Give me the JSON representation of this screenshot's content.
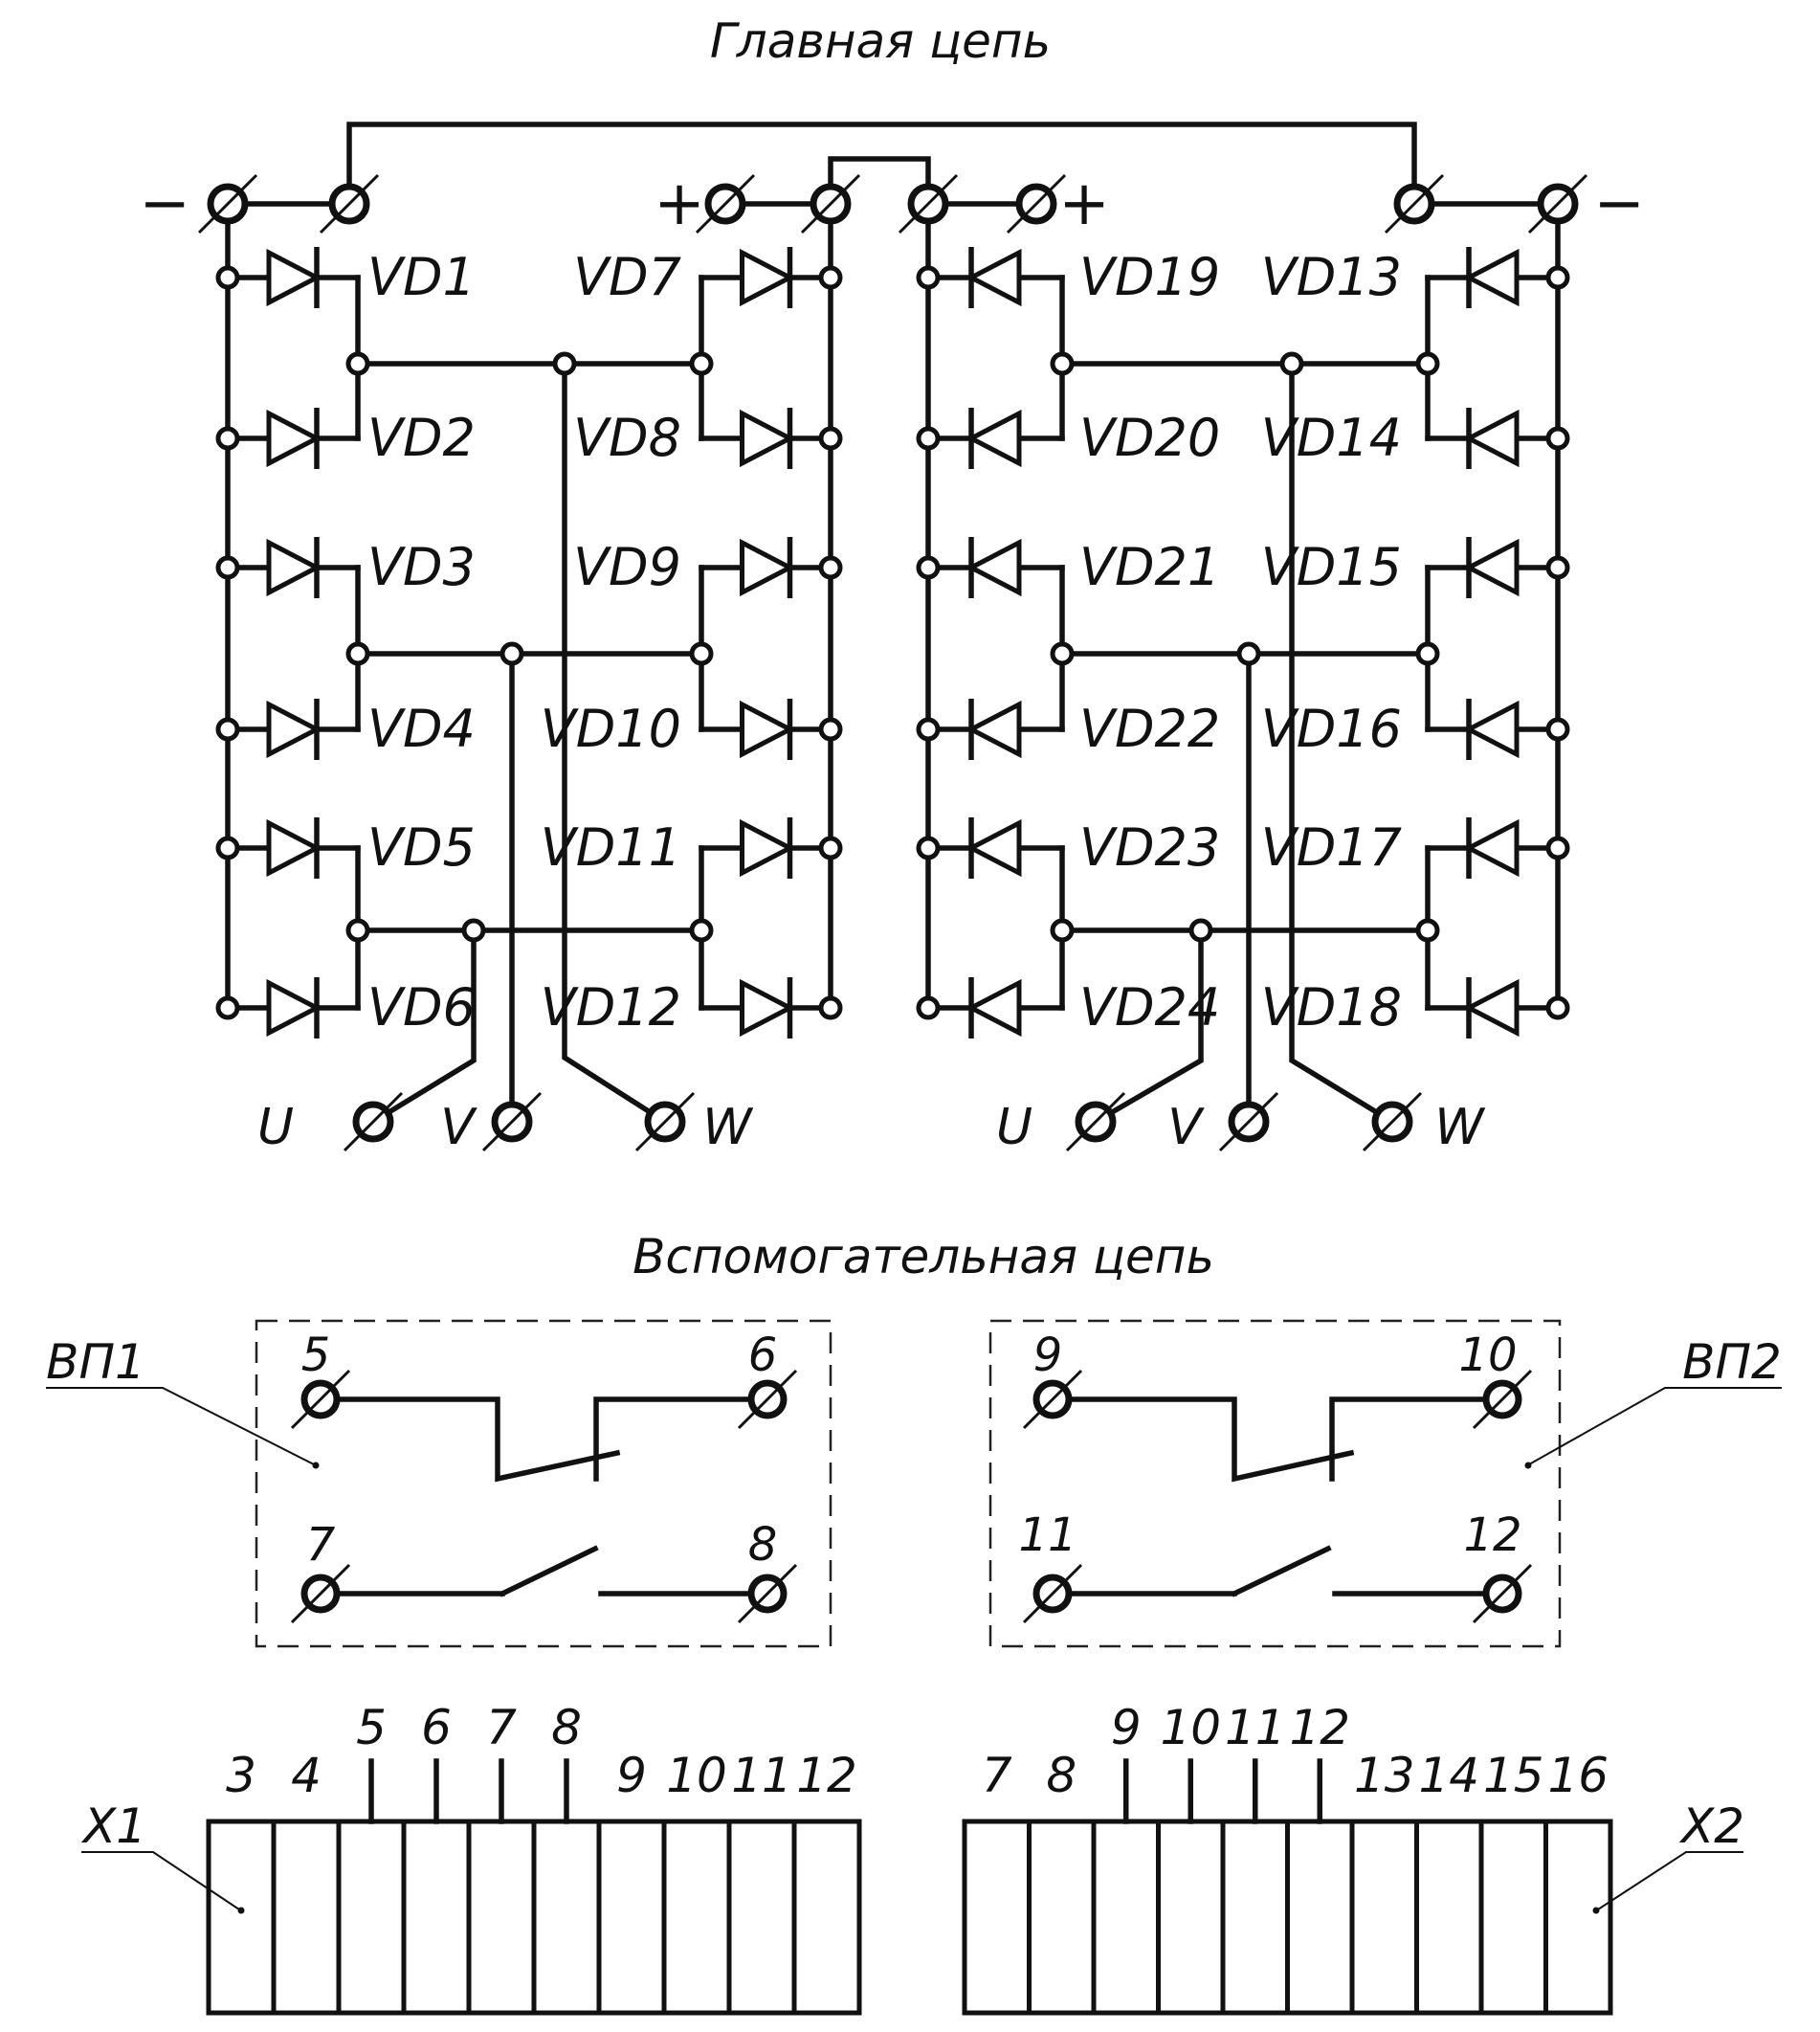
{
  "titles": {
    "main": "Главная цепь",
    "aux": "Вспомогательная цепь"
  },
  "polarity": {
    "left_minus": "−",
    "center_left_plus": "+",
    "center_right_plus": "+",
    "right_minus": "−"
  },
  "diodes": {
    "left_outer": [
      "VD1",
      "VD2",
      "VD3",
      "VD4",
      "VD5",
      "VD6"
    ],
    "left_inner": [
      "VD7",
      "VD8",
      "VD9",
      "VD10",
      "VD11",
      "VD12"
    ],
    "right_inner": [
      "VD19",
      "VD20",
      "VD21",
      "VD22",
      "VD23",
      "VD24"
    ],
    "right_outer": [
      "VD13",
      "VD14",
      "VD15",
      "VD16",
      "VD17",
      "VD18"
    ]
  },
  "phases": {
    "left": [
      "U",
      "V",
      "W"
    ],
    "right": [
      "U",
      "V",
      "W"
    ]
  },
  "switches": [
    {
      "id": "ВП1",
      "nc_terminals": [
        "5",
        "6"
      ],
      "no_terminals": [
        "7",
        "8"
      ]
    },
    {
      "id": "ВП2",
      "nc_terminals": [
        "9",
        "10"
      ],
      "no_terminals": [
        "11",
        "12"
      ]
    }
  ],
  "connectors": [
    {
      "id": "X1",
      "pins": [
        "3",
        "4",
        "5",
        "6",
        "7",
        "8",
        "9",
        "10",
        "11",
        "12"
      ],
      "wired_pins": [
        "5",
        "6",
        "7",
        "8"
      ]
    },
    {
      "id": "X2",
      "pins": [
        "7",
        "8",
        "9",
        "10",
        "11",
        "12",
        "13",
        "14",
        "15",
        "16"
      ],
      "wired_pins": [
        "9",
        "10",
        "11",
        "12"
      ]
    }
  ]
}
